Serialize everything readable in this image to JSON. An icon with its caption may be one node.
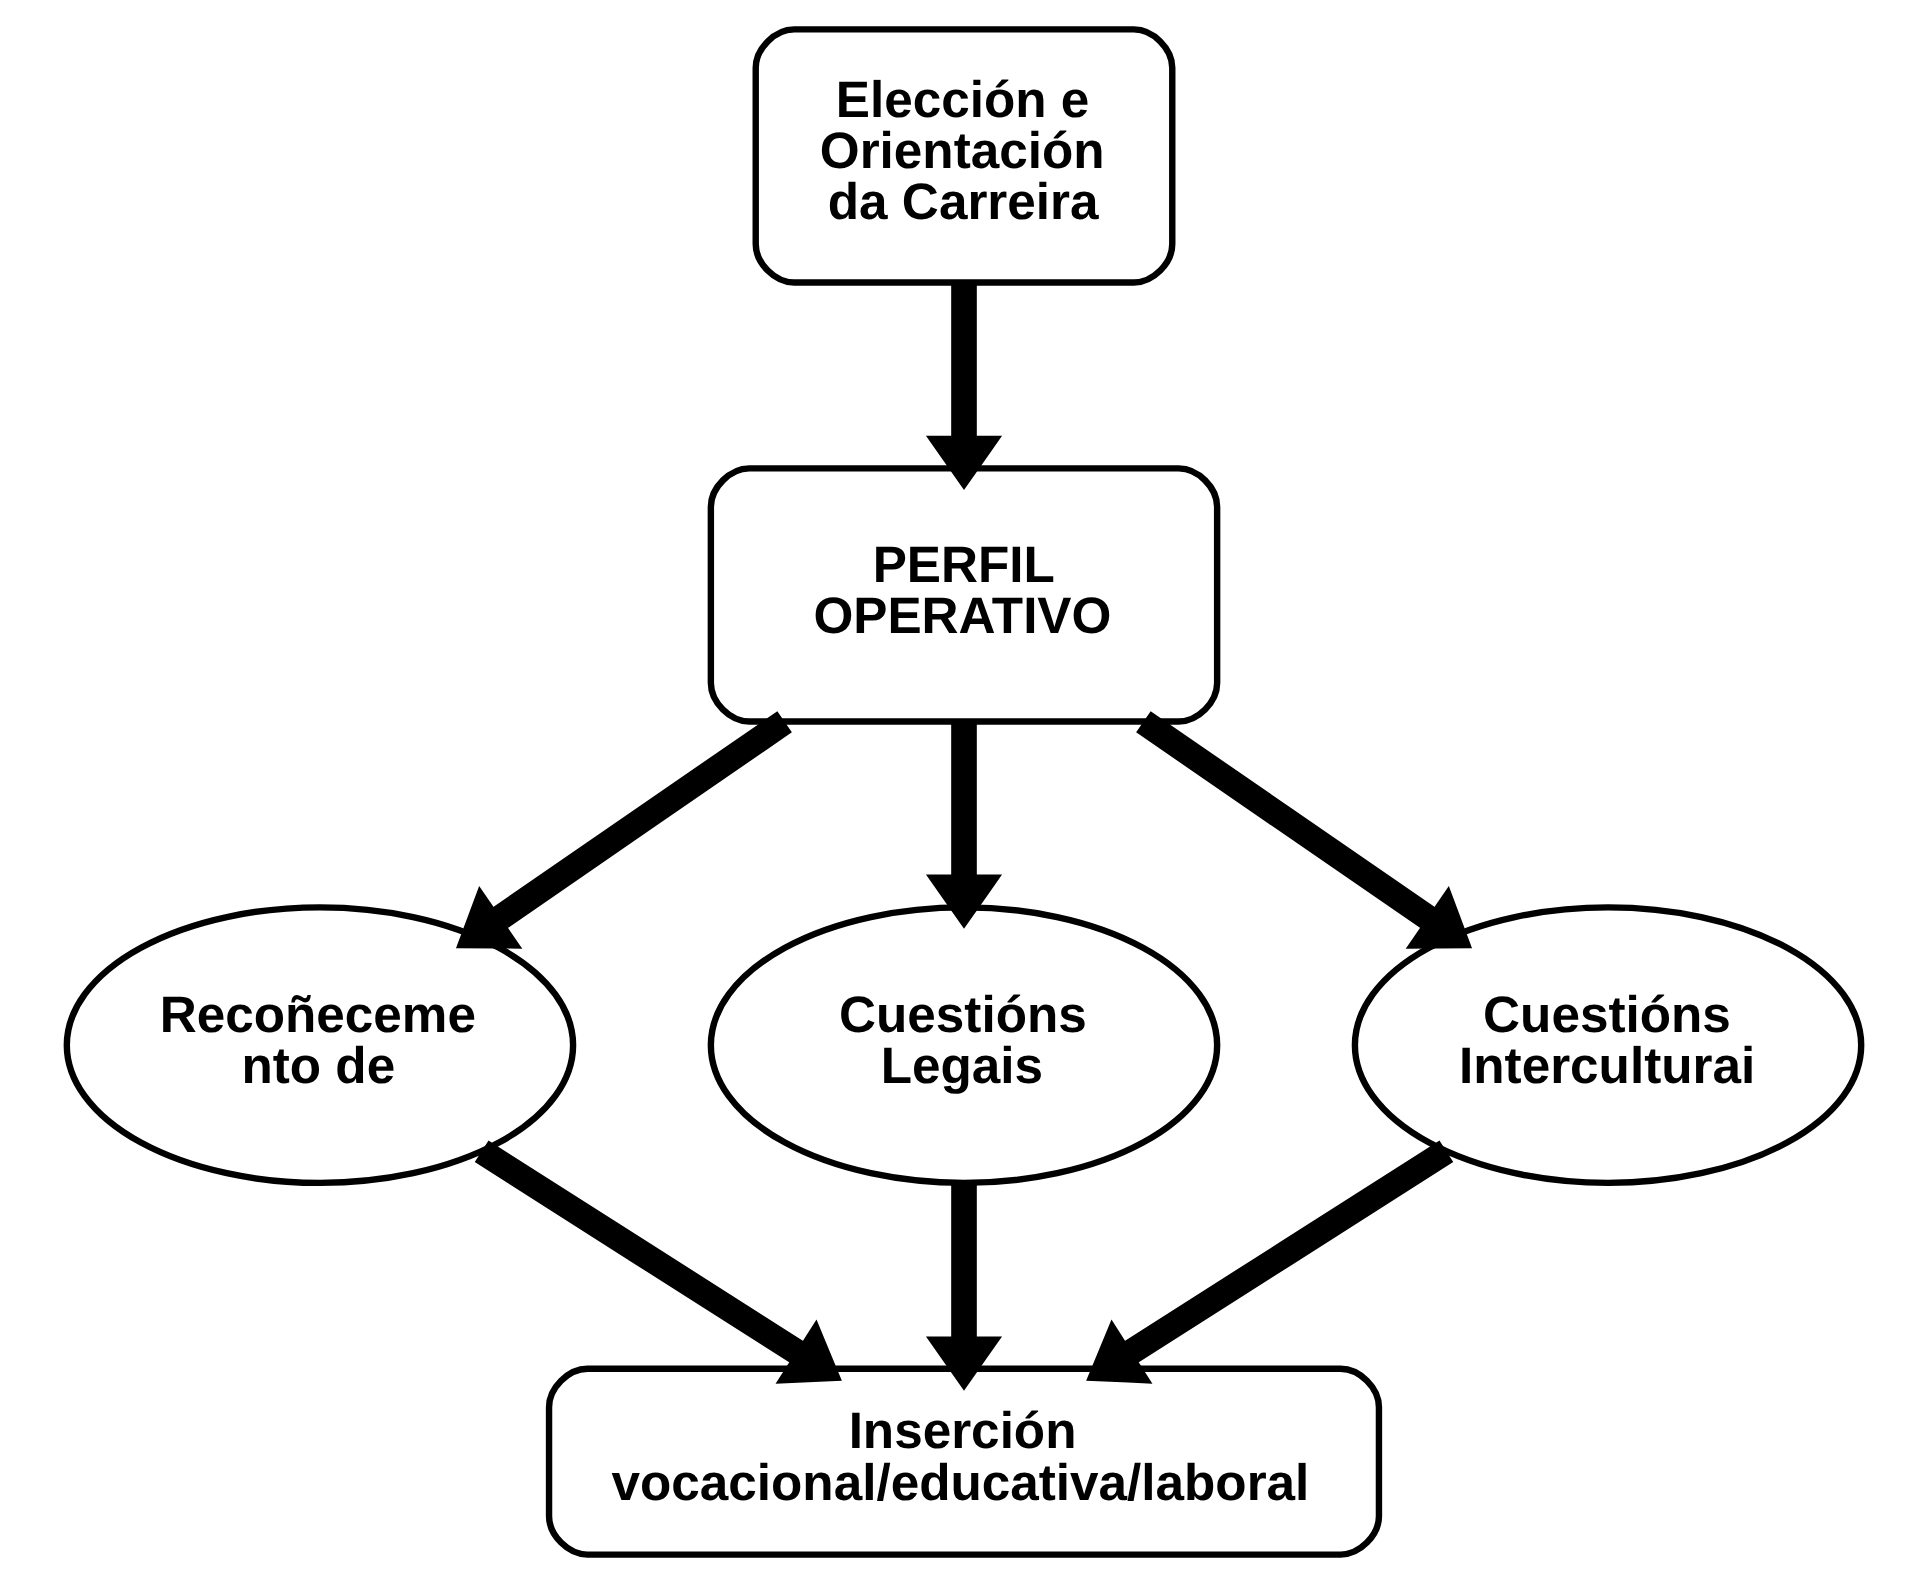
{
  "diagram": {
    "nodes": [
      {
        "text": [
          "Elección e Orientación da Carreira"
        ]
      },
      {
        "text": [
          "PERFIL OPERATIVO"
        ]
      },
      {
        "text": [
          "Recoñeceme nto de"
        ]
      },
      {
        "text": [
          "Cuestións Legais"
        ]
      },
      {
        "text": [
          "Cuestións Interculturai"
        ]
      },
      {
        "text": [
          "Inserción vocacional/educativa/laboral"
        ]
      }
    ],
    "edges": [
      {
        "from": 0,
        "to": 1,
        "arrow": "to"
      },
      {
        "from": 1,
        "to": 2,
        "arrow": "to"
      },
      {
        "from": 1,
        "to": 3,
        "arrow": "to"
      },
      {
        "from": 1,
        "to": 4,
        "arrow": "to"
      },
      {
        "from": 2,
        "to": 5,
        "arrow": "to"
      },
      {
        "from": 3,
        "to": 5,
        "arrow": "to"
      },
      {
        "from": 4,
        "to": 5,
        "arrow": "to"
      }
    ]
  }
}
